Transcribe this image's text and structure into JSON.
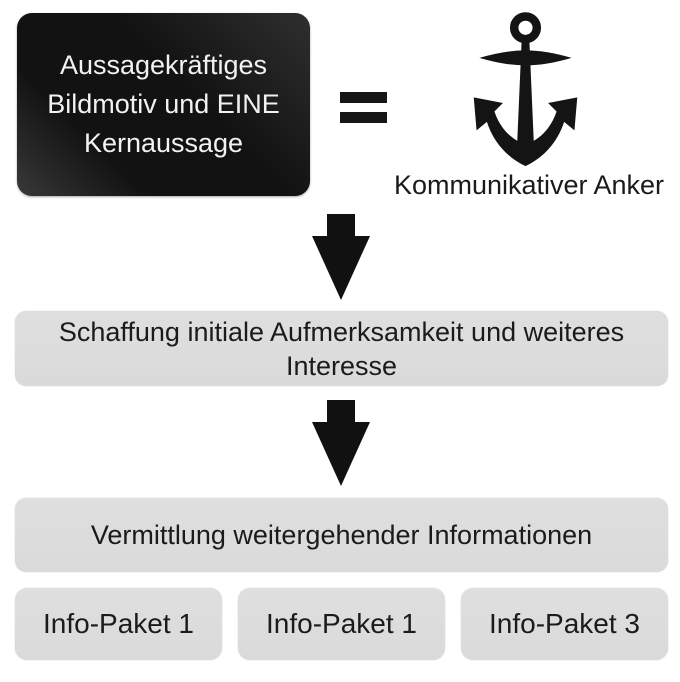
{
  "colors": {
    "background": "#ffffff",
    "black_box": "#121212",
    "gray_box": "#dcdcdc",
    "dark_text": "#1b1b1b",
    "light_text": "#f2f2f2",
    "arrow": "#111111"
  },
  "anchor_equation": {
    "image_box": {
      "lines": {
        "0": "Aussagekräftiges",
        "1": "Bildmotiv und EINE",
        "2": "Kernaussage"
      }
    },
    "equals_sign": "=",
    "anchor": {
      "icon": "anchor-icon",
      "label": "Kommunikativer Anker"
    }
  },
  "flow": {
    "step1": {
      "lines": {
        "0": "Schaffung initiale Aufmerksamkeit und weiteres",
        "1": "Interesse"
      }
    },
    "step2": {
      "label": "Vermittlung weitergehender Informationen"
    }
  },
  "info_packets": [
    {
      "label": "Info-Paket 1"
    },
    {
      "label": "Info-Paket 1"
    },
    {
      "label": "Info-Paket 3"
    }
  ]
}
